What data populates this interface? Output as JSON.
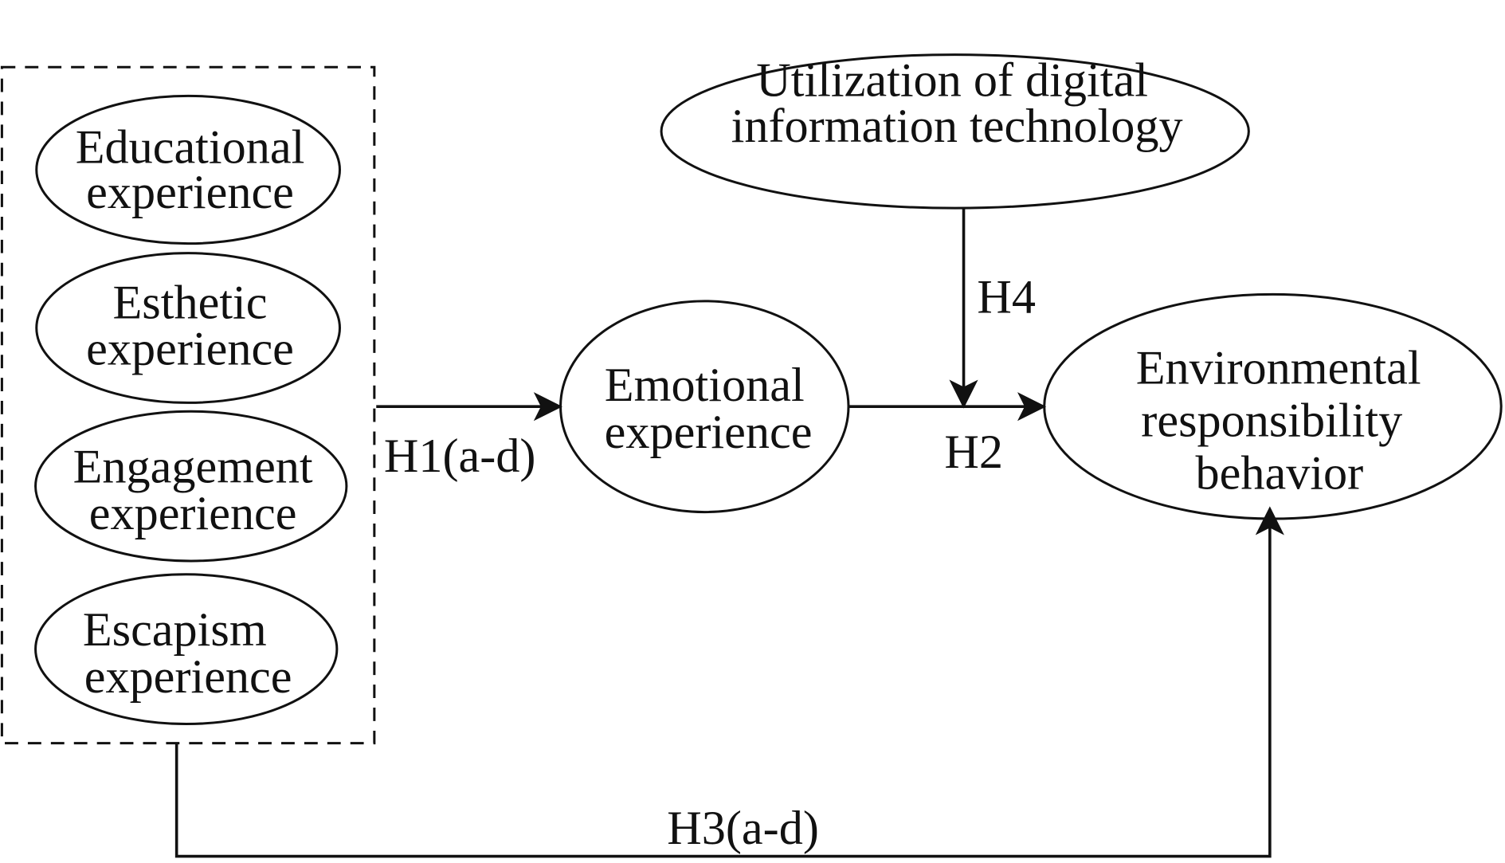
{
  "group": {
    "items": [
      {
        "line1": "Educational",
        "line2": "experience"
      },
      {
        "line1": "Esthetic",
        "line2": "experience"
      },
      {
        "line1": "Engagement",
        "line2": "experience"
      },
      {
        "line1": "Escapism",
        "line2": "experience"
      }
    ]
  },
  "nodes": {
    "emotional": {
      "line1": "Emotional",
      "line2": "experience"
    },
    "digital": {
      "line1": "Utilization of digital",
      "line2": "information technology"
    },
    "environmental": {
      "line1": "Environmental",
      "line2": "responsibility",
      "line3": "behavior"
    }
  },
  "edges": {
    "h1": "H1(a-d)",
    "h2": "H2",
    "h3": "H3(a-d)",
    "h4": "H4"
  }
}
